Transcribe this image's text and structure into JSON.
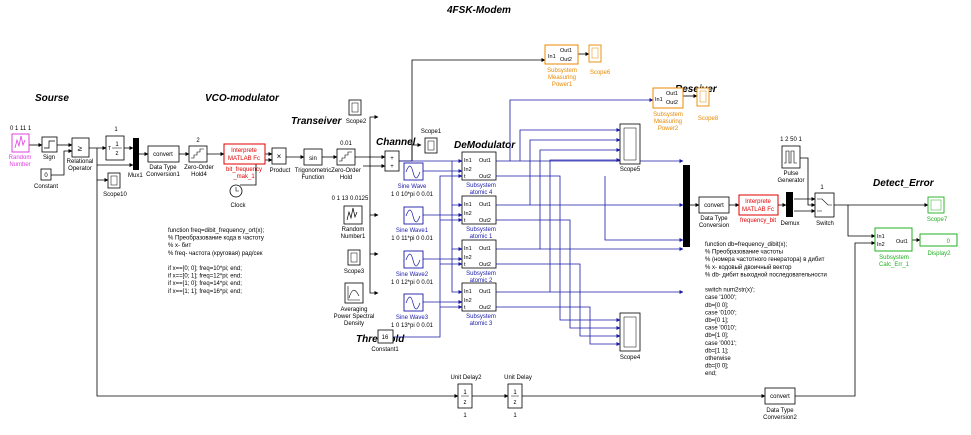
{
  "titles": {
    "modem": "4FSK-Modem",
    "source": "Sourse",
    "vco": "VCO-modulator",
    "transmitter": "Transeiver",
    "channel": "Channel",
    "demod": "DeModulator",
    "receiver": "Reseiver",
    "detect": "Detect_Error",
    "threshold": "Threshold"
  },
  "blocks": {
    "random_number": "Random\nNumber",
    "random_params": "0 1 11 1",
    "sign": "Sign",
    "constant": "Constant",
    "constant_val": "0",
    "relop": "Relational\nOperator",
    "relop_sym": "≥",
    "mux1": "Mux1",
    "scope10": "Scope10",
    "dtc": "Data Type\nConversion1",
    "convert": "convert",
    "zoh4": "Zero-Order\nHold4",
    "zoh4_val": "2",
    "interp1_line1": "Interprete",
    "interp1_line2": "MATLAB Fc",
    "interp1_name": "bit_frequency\n_mak_1",
    "clock": "Clock",
    "product": "Product",
    "trig": "Trigonometric\nFunction",
    "trig_sym": "sin",
    "zoh": "Zero-Order\nHold",
    "zoh_val": "0.01",
    "scope2": "Scope2",
    "scope1": "Scope1",
    "scope3": "Scope3",
    "scope4": "Scope4",
    "scope5": "Scope5",
    "scope6": "Scope6",
    "scope8": "Scope8",
    "scope7": "Scope7",
    "random1": "Random\nNumber1",
    "random1_params": "0 1 13 0.0125",
    "apsd": "Averaging\nPower Spectral\nDensity",
    "sine0": "Sine Wave",
    "sine0_params": "1 0 10*pi 0 0.01",
    "sine1": "Sine Wave1",
    "sine1_params": "1 0 11*pi 0 0.01",
    "sine2": "Sine Wave2",
    "sine2_params": "1 0 12*pi 0 0.01",
    "sine3": "Sine Wave3",
    "sine3_params": "1 0 13*pi 0 0.01",
    "sub4": "Subsystem\natomic 4",
    "sub1": "Subsystem\natomic 1",
    "sub2": "Subsystem\natomic 2",
    "sub3": "Subsystem\natomic 3",
    "port_in1": "In1",
    "port_in2": "In2",
    "port_out1": "Out1",
    "port_out2": "Out2",
    "port_t": "t",
    "constant1": "Constant1",
    "constant1_val": "16",
    "smp1": "Subsystem\nMeasuring\nPower1",
    "smp2": "Subsystem\nMeasuring\nPower2",
    "dtc_main": "Data Type\nConversion",
    "interp2_line1": "Interprete",
    "interp2_line2": "MATLAB Fc",
    "interp2_name": "frequency_bit",
    "demux": "Demux",
    "pulse": "Pulse\nGenerator",
    "pulse_params": "1 2 50 1",
    "switch": "Switch",
    "switch_val": "1",
    "calc": "Subsystem\nCalc_Err_1",
    "display2": "Display2",
    "display_val": "0",
    "unit_delay2": "Unit Delay2",
    "unit_delay": "Unit Delay",
    "ud_val": "1",
    "dtc2": "Data Type\nConversion2",
    "integ_top": "1",
    "integ_num": "1",
    "integ_den": "z",
    "z1_num": "1",
    "z1_den": "z"
  },
  "code_left": [
    "function freq=dibit_frequency_ort(x);",
    "% Преобразование кода в частоту",
    "% x- бит",
    "% freq- частота (круговая) рад/сек",
    "",
    "if x==[0; 0]; freq=10*pi; end;",
    "if x==[0; 1]; freq=12*pi; end;",
    "if x==[1; 0]; freq=14*pi; end;",
    "if x==[1; 1]; freq=16*pi; end;"
  ],
  "code_right": [
    "function db=frequency_dibit(x);",
    "% Преобразование частоты",
    "% (номера частотного генератора) в дибит",
    "% x- кодовый двоичный вектор",
    "% db- дибит выходной последовательности",
    "",
    "switch num2str(x)';",
    "    case '1000';",
    "        db=[0 0];",
    "    case '0100';",
    "        db=[0 1];",
    "    case '0010';",
    "        db=[1 0];",
    "    case '0001';",
    "        db=[1 1];",
    "    otherwise",
    "        db=[0 0];",
    "end;"
  ],
  "colors": {
    "source": "#e040e0",
    "measure": "#e88a00",
    "interp": "#e00000",
    "calc": "#20b020",
    "signal": "#1a1aa8"
  }
}
